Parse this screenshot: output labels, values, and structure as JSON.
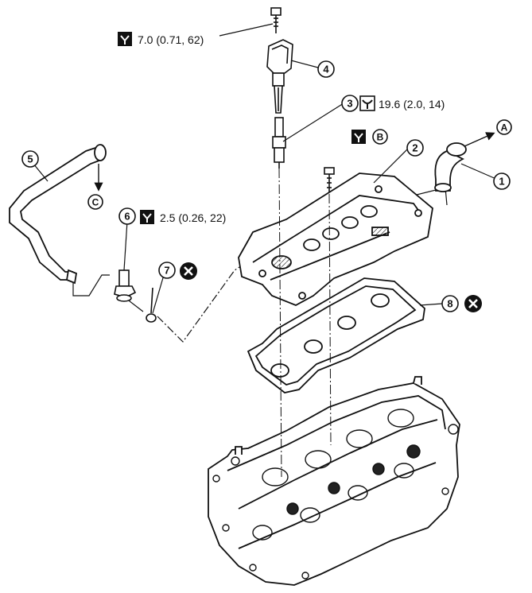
{
  "torque_specs": [
    {
      "id": "t_ign_bolt",
      "value": "7.0 (0.71, 62)"
    },
    {
      "id": "t_spark_plug",
      "value": "19.6 (2.0, 14)"
    },
    {
      "id": "t_pcv_valve",
      "value": "2.5 (0.26, 22)"
    }
  ],
  "callouts": [
    "1",
    "2",
    "3",
    "4",
    "5",
    "6",
    "7",
    "8"
  ],
  "reference_letters": {
    "a": "A",
    "b": "B",
    "c": "C"
  },
  "symbols": {
    "torque_icon": "torque-wrench-icon",
    "spark_plug_torque_icon": "spark-plug-wrench-icon",
    "do_not_reuse_icon": "x-circle-icon"
  }
}
